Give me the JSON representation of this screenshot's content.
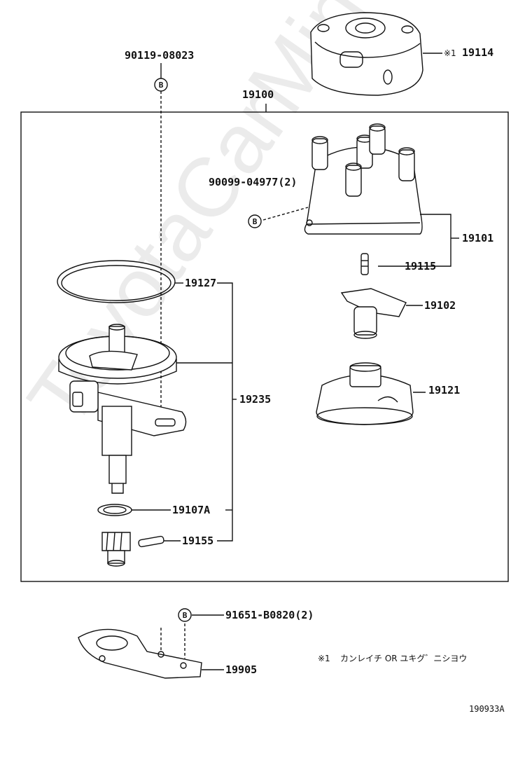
{
  "watermark": "ToyotaCarMine.ru",
  "assembly_label": "19100",
  "bolt_symbol": "B",
  "parts": {
    "p19114": "19114",
    "p19114_mark": "※1",
    "p90119": "90119-08023",
    "p90099": "90099-04977(2)",
    "p19101": "19101",
    "p19115": "19115",
    "p19102": "19102",
    "p19127": "19127",
    "p19235": "19235",
    "p19121": "19121",
    "p19107A": "19107A",
    "p19155": "19155",
    "p91651": "91651-B0820(2)",
    "p19905": "19905"
  },
  "footnote": {
    "mark": "※1",
    "text": "カンレイチ  OR  ユキグ゛ニシヨウ"
  },
  "diagram_ref": "190933A"
}
